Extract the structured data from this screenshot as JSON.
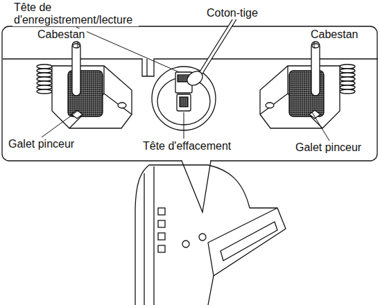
{
  "diagram": {
    "labels": [
      "Tête de d'enregistrement/lecture",
      "Coton-tige",
      "Cabestan",
      "Cabestan",
      "Galet pinceur",
      "Tête d'effacement",
      "Galet pinceur"
    ]
  }
}
